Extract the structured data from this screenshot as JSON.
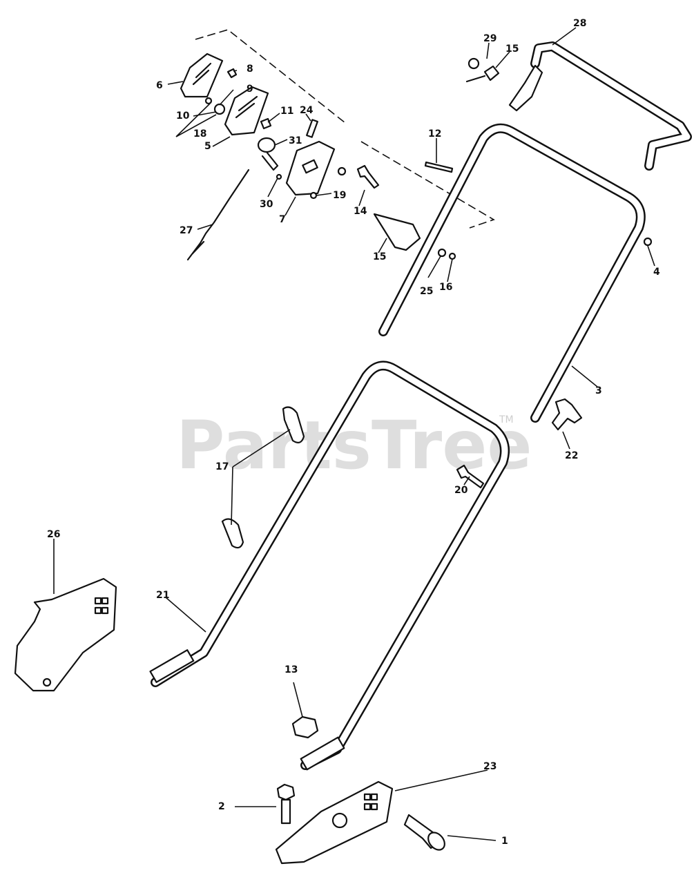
{
  "watermark": {
    "text": "PartsTree",
    "trademark": "TM"
  },
  "callouts": [
    "1",
    "2",
    "3",
    "4",
    "5",
    "6",
    "7",
    "8",
    "9",
    "10",
    "11",
    "12",
    "13",
    "14",
    "15",
    "15",
    "16",
    "17",
    "18",
    "19",
    "20",
    "21",
    "22",
    "23",
    "24",
    "25",
    "26",
    "27",
    "28",
    "29",
    "30",
    "31"
  ]
}
